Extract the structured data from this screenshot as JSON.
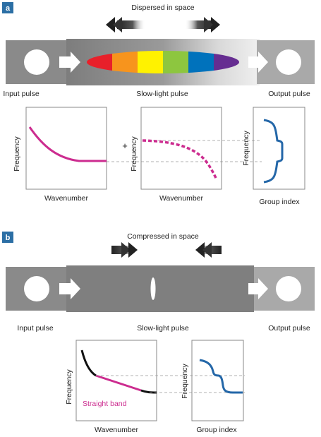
{
  "panel_a": {
    "badge": "a",
    "title": "Dispersed in space",
    "input_label": "Input pulse",
    "center_label": "Slow-light pulse",
    "output_label": "Output pulse",
    "spectrum_colors": [
      "#e8202a",
      "#f7941d",
      "#fff200",
      "#8dc63f",
      "#0072bc",
      "#662d91"
    ],
    "plus_sign": "+",
    "plot1": {
      "xlabel": "Wavenumber",
      "ylabel": "Frequency"
    },
    "plot2": {
      "xlabel": "Wavenumber",
      "ylabel": "Frequency"
    },
    "plot3": {
      "xlabel": "Group index",
      "ylabel": "Frequency"
    }
  },
  "panel_b": {
    "badge": "b",
    "title": "Compressed in space",
    "input_label": "Input pulse",
    "center_label": "Slow-light pulse",
    "output_label": "Output pulse",
    "plot1": {
      "xlabel": "Wavenumber",
      "ylabel": "Frequency",
      "band_label": "Straight band"
    },
    "plot2": {
      "xlabel": "Group index",
      "ylabel": "Frequency"
    }
  },
  "colors": {
    "badge": "#2c6fa5",
    "magenta": "#cc2c8f",
    "blue": "#2467a8",
    "bar_dark": "#8a8a8a",
    "bar_light": "#a9a9a9",
    "dash": "#999999"
  }
}
